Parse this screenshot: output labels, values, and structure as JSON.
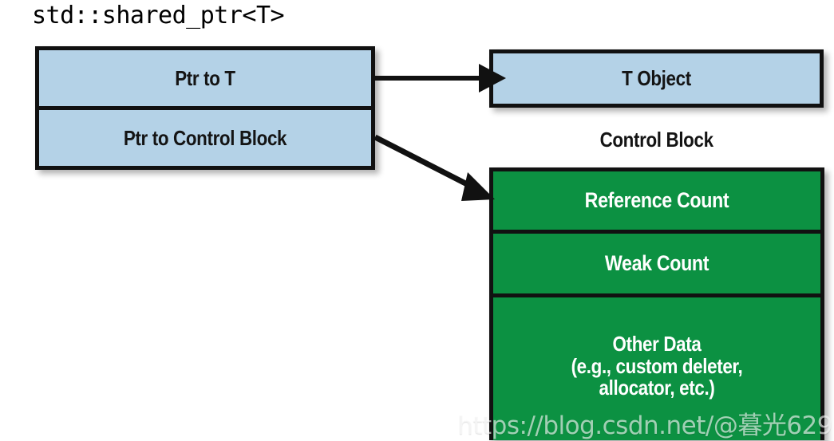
{
  "diagram": {
    "title": "std::shared_ptr<T>",
    "shared_ptr_box": {
      "name": "std::shared_ptr<T>",
      "cells": [
        {
          "label": "Ptr to T"
        },
        {
          "label": "Ptr to Control Block"
        }
      ]
    },
    "t_object_box": {
      "label": "T Object"
    },
    "control_block_label": "Control Block",
    "control_block_box": {
      "cells": [
        {
          "label": "Reference Count"
        },
        {
          "label": "Weak Count"
        },
        {
          "lines": [
            "Other Data",
            "(e.g., custom deleter,",
            "allocator, etc.)"
          ]
        }
      ]
    },
    "arrows": [
      {
        "from": "Ptr to T",
        "to": "T Object",
        "style": "straight"
      },
      {
        "from": "Ptr to Control Block",
        "to": "Control Block",
        "style": "diagonal"
      }
    ]
  },
  "watermark": {
    "text": "https://blog.csdn.net/@暮光629"
  },
  "colors": {
    "shared_ptr_fill": "#b4d2e7",
    "control_block_fill": "#0c9142",
    "border": "#111111",
    "text_dark": "#141414",
    "text_light": "#ffffff",
    "background": "#ffffff"
  }
}
